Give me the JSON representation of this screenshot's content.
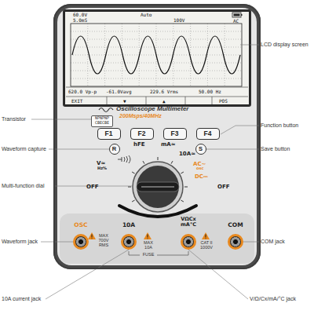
{
  "diagram": {
    "nodes": [
      {
        "text": [
          "Oscilloscope Multimeter",
          "200Msps/40MHz"
        ]
      },
      {
        "text": [
          "60.0V",
          "5.0mS",
          "Auto",
          "100V",
          "AC",
          "620.0 Vp-p",
          "-61.0Vavg",
          "229.6 Vrms",
          "50.00 Hz",
          "EXIT",
          "▼",
          "▲",
          "POS"
        ],
        "in": 0
      },
      {
        "text": [
          "NPNPNP",
          "CBECBE"
        ],
        "in": 0
      },
      {
        "text": [
          "F1"
        ],
        "in": 0
      },
      {
        "text": [
          "F2"
        ],
        "in": 0
      },
      {
        "text": [
          "F3"
        ],
        "in": 0
      },
      {
        "text": [
          "F4"
        ],
        "in": 0
      },
      {
        "text": [
          "R"
        ],
        "in": 0
      },
      {
        "text": [
          "S"
        ],
        "in": 0
      },
      {
        "text": [
          "OSC"
        ],
        "in": 0
      },
      {
        "text": [
          "10A"
        ],
        "in": 0
      },
      {
        "text": [
          "VΩCx mA°C"
        ],
        "in": 0
      },
      {
        "text": [
          "COM"
        ],
        "in": 0
      }
    ],
    "labels": [
      "LCD display screen",
      "Transistor",
      "Function button",
      "Waveform capture",
      "Save button",
      "Multi-function dial",
      "Waveform jack",
      "COM jack",
      "10A current jack",
      "V/Ω/Cx/mA/°C jack",
      "hFE",
      "mA≃",
      "10A≃",
      "AC~",
      "osc",
      "DC⎓",
      "V≃",
      "Hz%",
      "OFF",
      "OFF",
      "MAX 700V RMS",
      "MAX 10A",
      "FUSE",
      "CAT II 1000V"
    ]
  }
}
